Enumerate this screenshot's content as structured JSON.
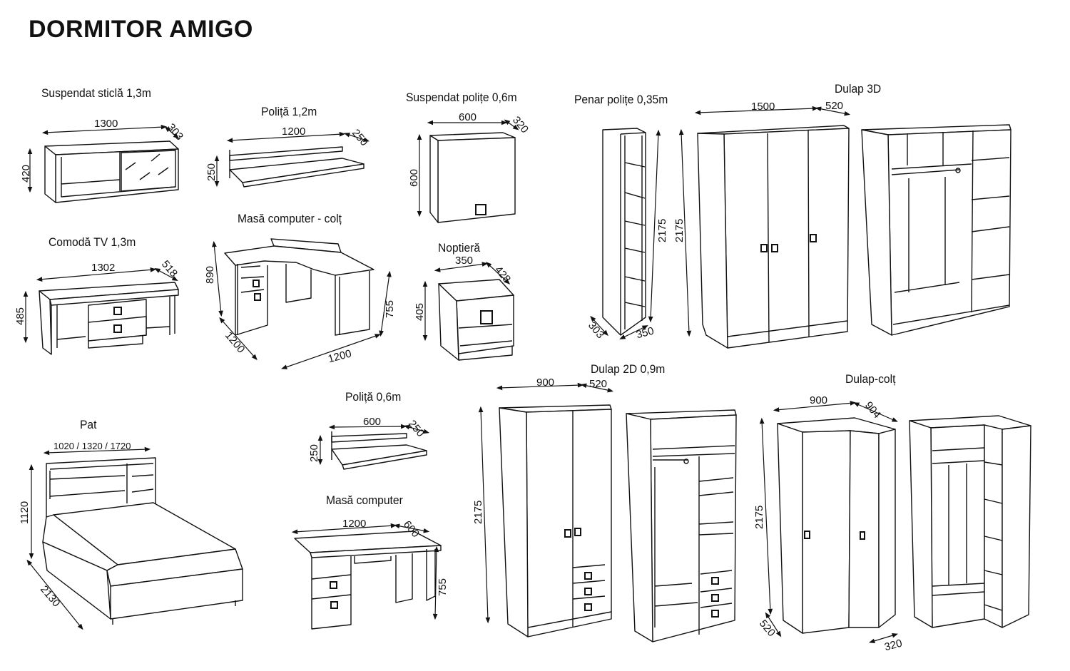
{
  "page": {
    "title": "DORMITOR AMIGO"
  },
  "items": {
    "suspendat_sticla": {
      "name": "Suspendat sticlă 1,3m",
      "width": "1300",
      "depth": "303",
      "height": "420"
    },
    "polita_12": {
      "name": "Poliță 1,2m",
      "width": "1200",
      "depth": "250",
      "height": "250"
    },
    "suspendat_polite": {
      "name": "Suspendat polițe 0,6m",
      "width": "600",
      "depth": "320",
      "height": "600"
    },
    "penar_polite": {
      "name": "Penar polițe 0,35m",
      "height": "2175",
      "depth": "303",
      "width": "350"
    },
    "dulap_3d": {
      "name": "Dulap 3D",
      "width": "1500",
      "depth": "520",
      "height": "2175"
    },
    "comoda_tv": {
      "name": "Comodă TV 1,3m",
      "width": "1302",
      "depth": "518",
      "height": "485"
    },
    "masa_colt": {
      "name": "Masă computer - colț",
      "height_back": "890",
      "side_a": "1200",
      "side_b": "1200",
      "height": "755"
    },
    "noptiera": {
      "name": "Noptieră",
      "width": "350",
      "depth": "428",
      "height": "405"
    },
    "dulap_2d": {
      "name": "Dulap 2D 0,9m",
      "width": "900",
      "depth": "520",
      "height": "2175"
    },
    "dulap_colt": {
      "name": "Dulap-colț",
      "width": "900",
      "depth": "904",
      "height": "2175",
      "side_depth": "520",
      "side_width": "320"
    },
    "pat": {
      "name": "Pat",
      "width": "1020 / 1320 / 1720",
      "height": "1120",
      "length": "2130"
    },
    "polita_06": {
      "name": "Poliță 0,6m",
      "width": "600",
      "depth": "250",
      "height": "250"
    },
    "masa_computer": {
      "name": "Masă computer",
      "width": "1200",
      "depth": "600",
      "height": "755"
    }
  }
}
